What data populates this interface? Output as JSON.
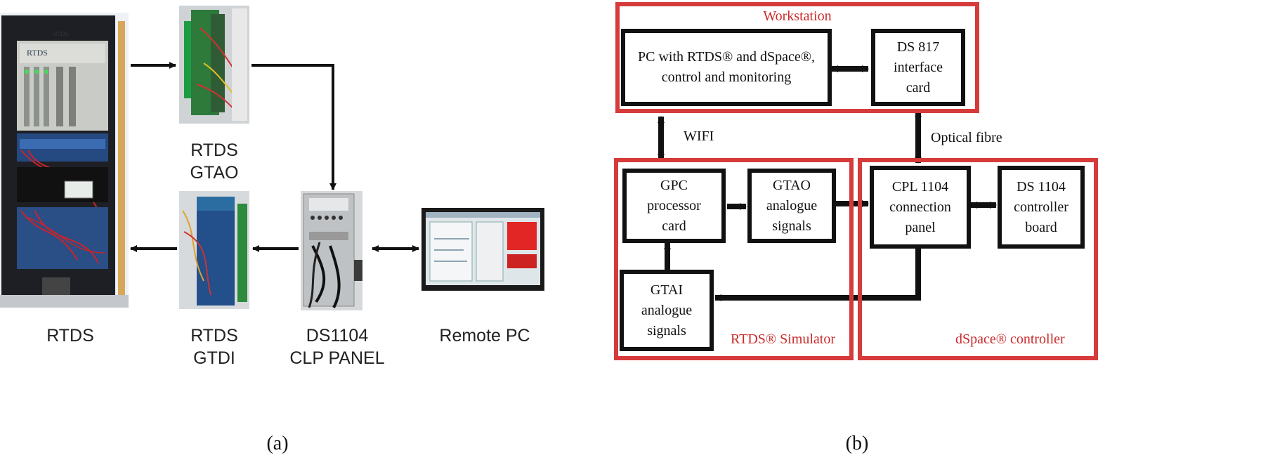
{
  "figure_a": {
    "caption": "(a)",
    "labels": {
      "rtds": "RTDS",
      "gtao_line1": "RTDS",
      "gtao_line2": "GTAO",
      "gtdi_line1": "RTDS",
      "gtdi_line2": "GTDI",
      "clp_line1": "DS1104",
      "clp_line2": "CLP PANEL",
      "remote_pc": "Remote PC"
    },
    "photo_text": {
      "rack_badge": "RTDS",
      "rack_brand": "RTDS"
    }
  },
  "figure_b": {
    "caption": "(b)",
    "regions": {
      "workstation": "Workstation",
      "simulator": "RTDS® Simulator",
      "controller": "dSpace® controller"
    },
    "boxes": {
      "pc": [
        "PC with RTDS® and dSpace®,",
        "control and monitoring"
      ],
      "ds817": [
        "DS 817",
        "interface",
        "card"
      ],
      "gpc": [
        "GPC",
        "processor",
        "card"
      ],
      "gtao": [
        "GTAO",
        "analogue",
        "signals"
      ],
      "cpl": [
        "CPL 1104",
        "connection",
        "panel"
      ],
      "ds1104": [
        "DS 1104",
        "controller",
        "board"
      ],
      "gtai": [
        "GTAI",
        "analogue",
        "signals"
      ]
    },
    "edges": {
      "wifi": "WIFI",
      "optical": "Optical fibre"
    }
  },
  "colors": {
    "region_border": "#d63b3b",
    "region_label": "#c92a2a",
    "box_border": "#111111"
  }
}
